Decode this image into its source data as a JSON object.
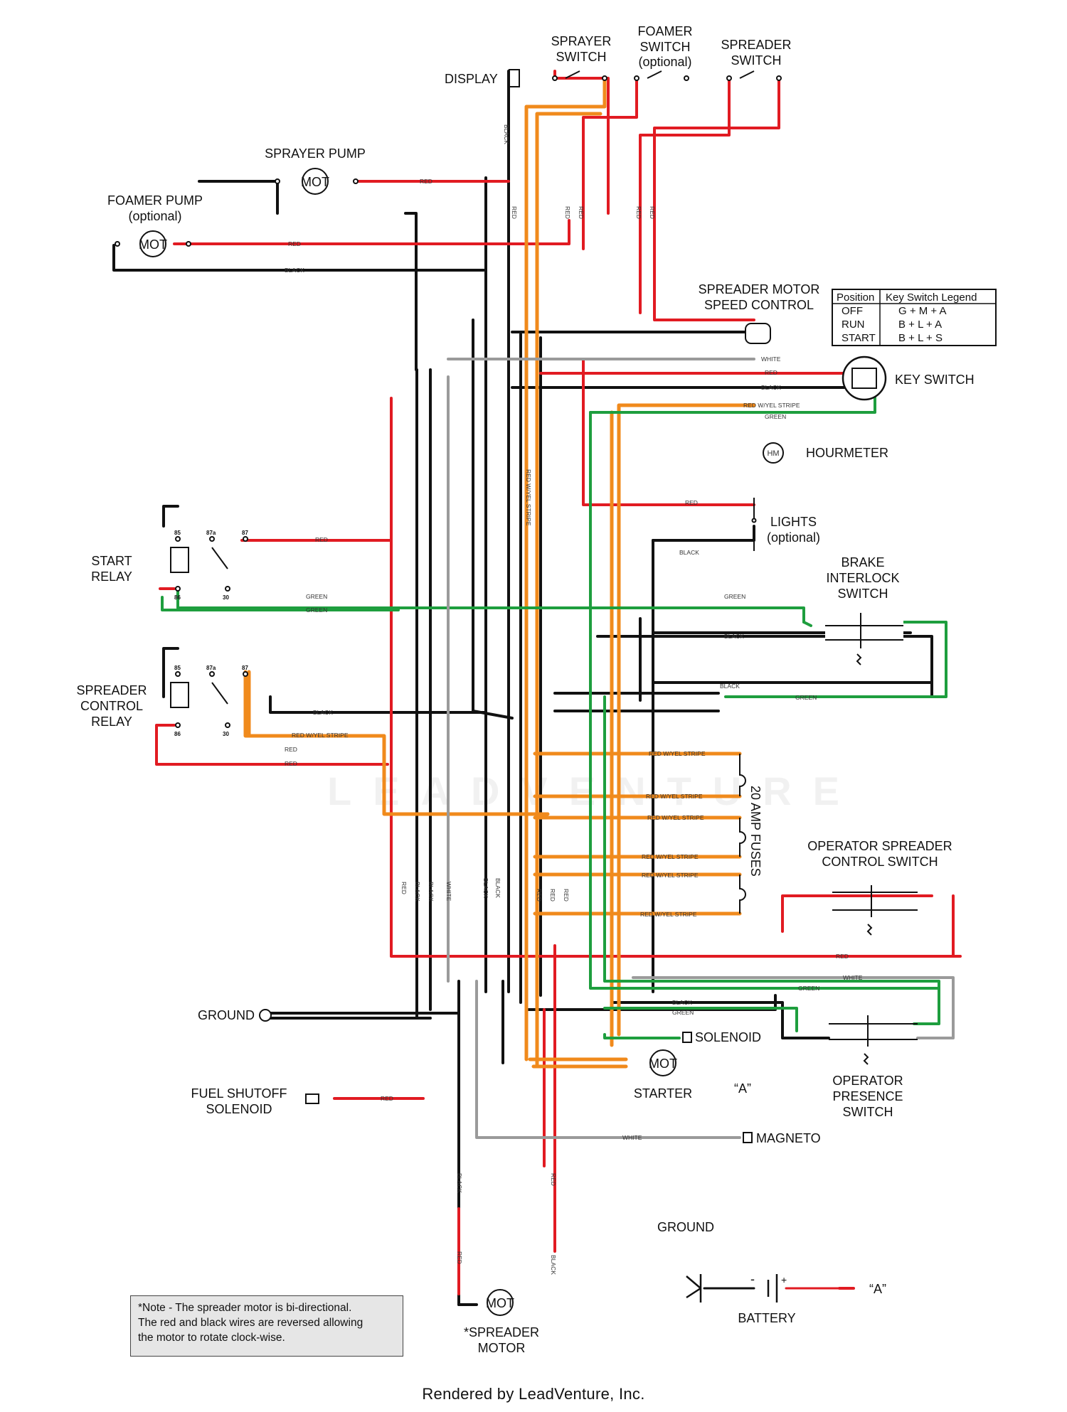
{
  "components": {
    "display": "DISPLAY",
    "sprayer_switch": [
      "SPRAYER",
      "SWITCH"
    ],
    "foamer_switch": [
      "FOAMER",
      "SWITCH",
      "(optional)"
    ],
    "spreader_switch": [
      "SPREADER",
      "SWITCH"
    ],
    "sprayer_pump": "SPRAYER PUMP",
    "foamer_pump": [
      "FOAMER PUMP",
      "(optional)"
    ],
    "spreader_motor_speed_control": [
      "SPREADER MOTOR",
      "SPEED CONTROL"
    ],
    "key_switch": "KEY SWITCH",
    "hourmeter": "HOURMETER",
    "lights": [
      "LIGHTS",
      "(optional)"
    ],
    "brake_interlock_switch": [
      "BRAKE",
      "INTERLOCK",
      "SWITCH"
    ],
    "start_relay": [
      "START",
      "RELAY"
    ],
    "spreader_control_relay": [
      "SPREADER",
      "CONTROL",
      "RELAY"
    ],
    "fuses": "20 AMP FUSES",
    "operator_spreader_control_switch": [
      "OPERATOR SPREADER",
      "CONTROL SWITCH"
    ],
    "ground": "GROUND",
    "solenoid": "SOLENOID",
    "starter": "STARTER",
    "operator_presence_switch": [
      "OPERATOR",
      "PRESENCE",
      "SWITCH"
    ],
    "fuel_shutoff_solenoid": [
      "FUEL SHUTOFF",
      "SOLENOID"
    ],
    "magneto": "MAGNETO",
    "spreader_motor": [
      "*SPREADER",
      "MOTOR"
    ],
    "battery": "BATTERY",
    "battery_ground": "GROUND",
    "a_ref": "“A”",
    "motor": "MOT",
    "hm": "HM"
  },
  "relay_pins": {
    "p85": "85",
    "p87a": "87a",
    "p87": "87",
    "p86": "86",
    "p30": "30"
  },
  "battery_signs": {
    "minus": "-",
    "plus": "+"
  },
  "key_switch_legend": {
    "headers": [
      "Position",
      "Key Switch Legend"
    ],
    "rows": [
      {
        "position": "OFF",
        "legend": "G + M + A"
      },
      {
        "position": "RUN",
        "legend": "B + L + A"
      },
      {
        "position": "START",
        "legend": "B + L + S"
      }
    ]
  },
  "wire_labels": {
    "red": "RED",
    "black": "BLACK",
    "white": "WHITE",
    "green": "GREEN",
    "red_yel": "RED W/YEL STRIPE"
  },
  "note": [
    "*Note - The spreader motor is bi-directional.",
    "The red and black wires are reversed allowing",
    "the motor to rotate clock-wise."
  ],
  "watermark": "LEADVENTURE",
  "credit": "Rendered by LeadVenture, Inc.",
  "colors": {
    "red": "#e11b22",
    "black": "#111111",
    "green": "#1e9e3e",
    "orange": "#f08a1c",
    "white_wire": "#9a9a9a"
  }
}
